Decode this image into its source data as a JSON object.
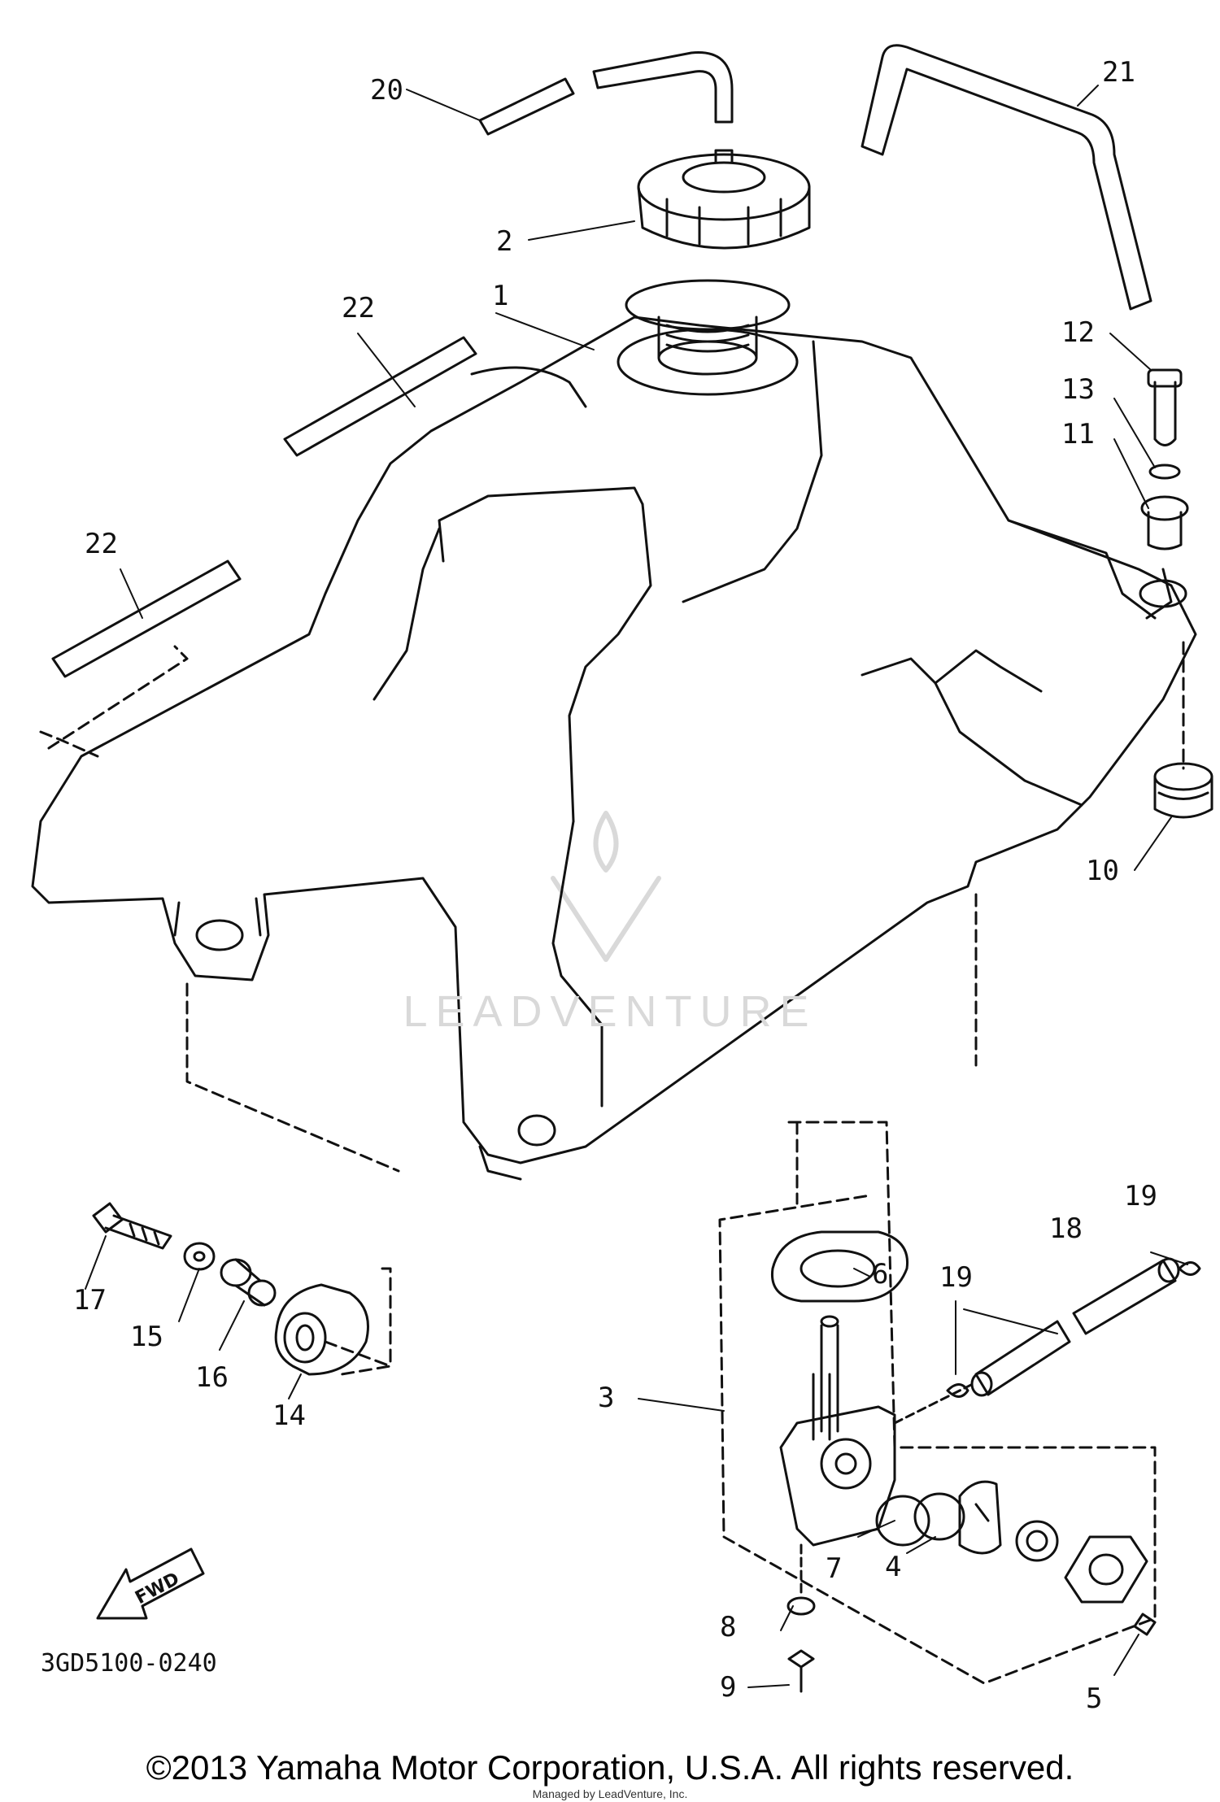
{
  "diagram": {
    "code": "3GD5100-0240",
    "fwd_label": "FWD",
    "watermark": "LEADVENTURE",
    "callouts": {
      "c1": "1",
      "c2": "2",
      "c3": "3",
      "c4": "4",
      "c5": "5",
      "c6": "6",
      "c7": "7",
      "c8": "8",
      "c9": "9",
      "c10": "10",
      "c11": "11",
      "c12": "12",
      "c13": "13",
      "c14": "14",
      "c15": "15",
      "c16": "16",
      "c17": "17",
      "c18": "18",
      "c19a": "19",
      "c19b": "19",
      "c20": "20",
      "c21": "21",
      "c22a": "22",
      "c22b": "22"
    }
  },
  "footer": {
    "copyright": "©2013 Yamaha Motor Corporation, U.S.A. All rights reserved.",
    "managed_by": "Managed by LeadVenture, Inc."
  },
  "colors": {
    "line": "#111111",
    "watermark": "#d9d9d9"
  }
}
